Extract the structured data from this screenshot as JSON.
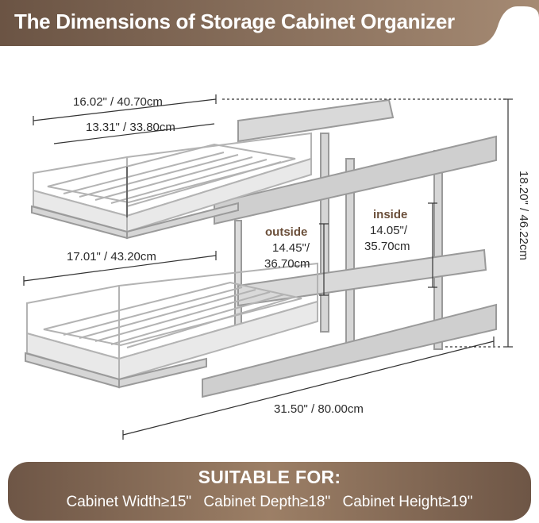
{
  "header": {
    "title": "The Dimensions of Storage Cabinet Organizer",
    "colors": {
      "banner_start": "#6b5444",
      "banner_end": "#a58a73"
    }
  },
  "diagram": {
    "top_basket": {
      "outer_width": "16.02\" / 40.70cm",
      "inner_width": "13.31\" / 33.80cm"
    },
    "bottom_basket": {
      "width": "17.01\" / 43.20cm"
    },
    "depth": "31.50\" / 80.00cm",
    "height": "18.20\" / 46.22cm",
    "outside_clearance": {
      "tag": "outside",
      "value_line1": "14.45\"/",
      "value_line2": "36.70cm"
    },
    "inside_clearance": {
      "tag": "inside",
      "value_line1": "14.05\"/",
      "value_line2": "35.70cm"
    },
    "colors": {
      "metal": "#c9c9c9",
      "metal_dark": "#9a9a9a",
      "dim_line": "#333333"
    }
  },
  "footer": {
    "heading": "SUITABLE FOR:",
    "specs": [
      "Cabinet Width≥15\"",
      "Cabinet Depth≥18\"",
      "Cabinet Height≥19\""
    ],
    "colors": {
      "panel": "#8a6f5a"
    }
  }
}
